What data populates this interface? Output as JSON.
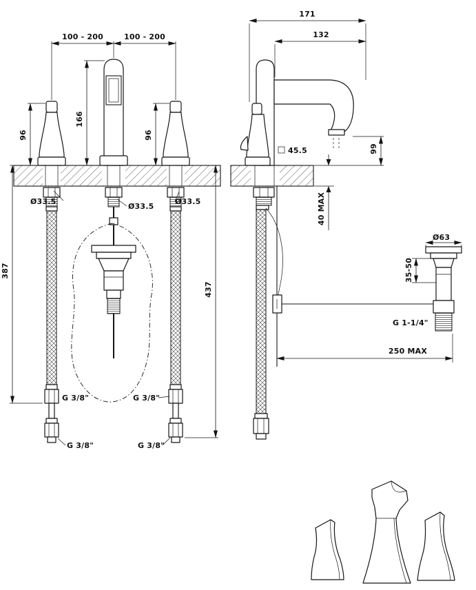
{
  "front": {
    "spacing_left": "100 - 200",
    "spacing_right": "100 - 200",
    "handle_height_left": "96",
    "spout_height": "166",
    "handle_height_right": "96",
    "hole_left": "Ø33.5",
    "hole_center": "Ø33.5",
    "hole_right": "Ø33.5",
    "hose_short": "387",
    "hose_long": "437",
    "thread_mid_left": "G 3/8\"",
    "thread_mid_right": "G 3/8\"",
    "thread_bottom_left": "G 3/8\"",
    "thread_bottom_right": "G 3/8\""
  },
  "side": {
    "depth_total": "171",
    "spout_reach": "132",
    "outlet_height": "99",
    "body_square": "45.5",
    "deck_thickness": "40 MAX",
    "drain_diameter": "Ø63",
    "drain_adjust": "35-50",
    "drain_thread": "G 1-1/4\"",
    "rod_reach": "250 MAX"
  }
}
